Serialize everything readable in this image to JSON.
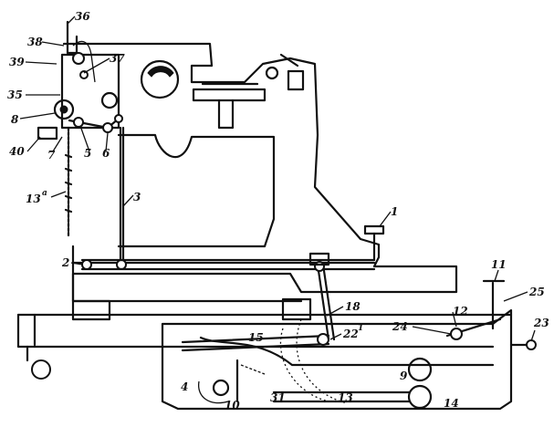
{
  "colors": {
    "ink": "#111111",
    "paper": "#ffffff"
  },
  "labels": {
    "l36": "36",
    "l38": "38",
    "l39": "39",
    "l37": "37",
    "l35": "35",
    "l8": "8",
    "l40": "40",
    "l7": "7",
    "l5": "5",
    "l6": "6",
    "l13a": "13",
    "l13a_sup": "a",
    "l3": "3",
    "l1": "1",
    "l2": "2",
    "l11": "11",
    "l25": "25",
    "l18": "18",
    "l12": "12",
    "l24": "24",
    "l22": "22",
    "l22_prime": "1",
    "l23": "23",
    "l15": "15",
    "l9": "9",
    "l4": "4",
    "l10": "10",
    "l31": "31",
    "l13": "13",
    "l14": "14"
  }
}
